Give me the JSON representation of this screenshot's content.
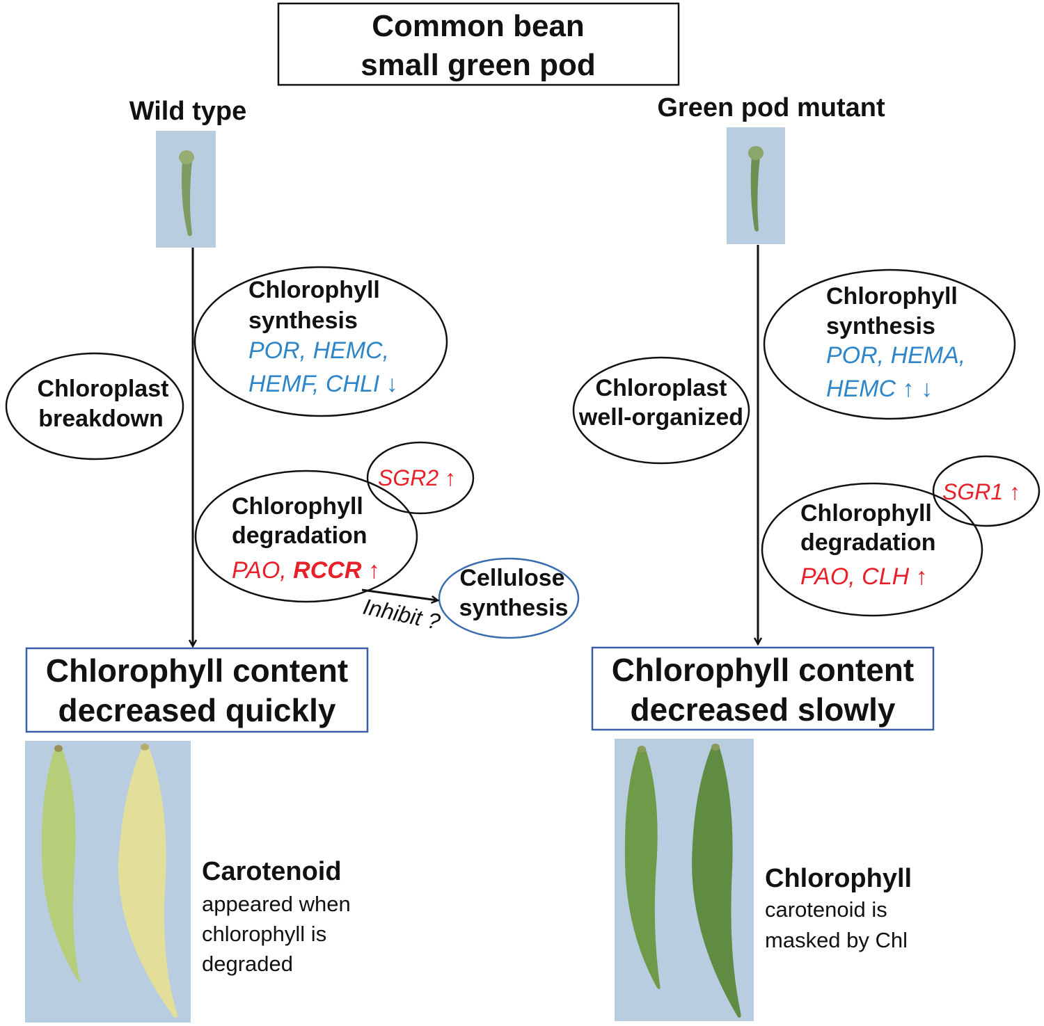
{
  "title": {
    "line1": "Common bean",
    "line2": "small green pod"
  },
  "colors": {
    "blue_text": "#2e86c9",
    "red_text": "#e8202a",
    "box_border": "#3a5da8",
    "photo_bg": "#b9cde0",
    "pod_green": "#8aa85c",
    "pod_yellow": "#e7e29a",
    "pod_dark_green": "#5e8a3e"
  },
  "wild": {
    "heading": "Wild type",
    "chloroplast": {
      "line1": "Chloroplast",
      "line2": "breakdown"
    },
    "synthesis": {
      "line1": "Chlorophyll",
      "line2": "synthesis",
      "genes1": "POR, HEMC,",
      "genes2": "HEMF, CHLI ↓"
    },
    "sgr": "SGR2 ↑",
    "degradation": {
      "line1": "Chlorophyll",
      "line2": "degradation",
      "gene_pao": "PAO, ",
      "gene_rccr": "RCCR",
      "arrow": " ↑"
    },
    "cellulose": {
      "line1": "Cellulose",
      "line2": "synthesis"
    },
    "inhibit": "Inhibit ?",
    "result": {
      "line1": "Chlorophyll content",
      "line2": "decreased quickly"
    },
    "pigment": {
      "title": "Carotenoid",
      "line1": "appeared when",
      "line2": "chlorophyll is",
      "line3": "degraded"
    }
  },
  "mutant": {
    "heading": "Green pod mutant",
    "chloroplast": {
      "line1": "Chloroplast",
      "line2": "well-organized"
    },
    "synthesis": {
      "line1": "Chlorophyll",
      "line2": "synthesis",
      "genes1": "POR, HEMA,",
      "genes2": "HEMC ↑ ↓"
    },
    "sgr": "SGR1 ↑",
    "degradation": {
      "line1": "Chlorophyll",
      "line2": "degradation",
      "genes": "PAO, CLH ↑"
    },
    "result": {
      "line1": "Chlorophyll content",
      "line2": "decreased slowly"
    },
    "pigment": {
      "title": "Chlorophyll",
      "line1": "carotenoid is",
      "line2": "masked by Chl"
    }
  }
}
